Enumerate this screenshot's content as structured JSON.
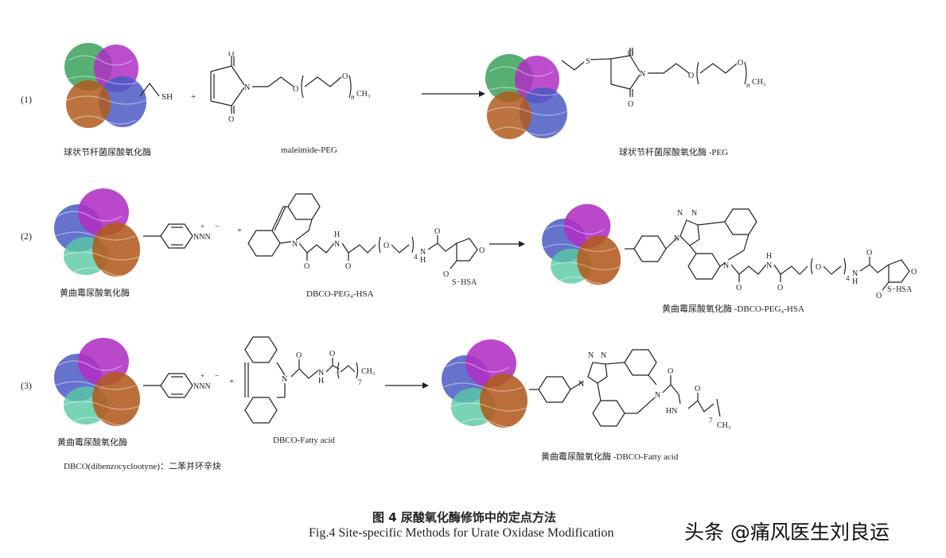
{
  "figure": {
    "caption_cn": "图 4  尿酸氧化酶修饰中的定点方法",
    "caption_en": "Fig.4   Site-specific Methods for Urate Oxidase Modification",
    "watermark": "头条 @痛风医生刘良运"
  },
  "reactions": [
    {
      "number": "(1)",
      "reactant1_label": "球状节杆菌尿酸氧化酶",
      "thiol": "SH",
      "plus": "+",
      "reactant2_label": "maleimide-PEG",
      "product_label": "球状节杆菌尿酸氧化酶 -PEG"
    },
    {
      "number": "(2)",
      "reactant1_label": "黄曲霉尿酸氧化酶",
      "azide": "NNN",
      "plus": "+",
      "reactant2_label": "DBCO-PEG₄-HSA",
      "product_label": "黄曲霉尿酸氧化酶 -DBCO-PEG₄-HSA"
    },
    {
      "number": "(3)",
      "reactant1_label": "黄曲霉尿酸氧化酶",
      "azide": "NNN",
      "plus": "+",
      "reactant2_label": "DBCO-Fatty acid",
      "product_label": "黄曲霉尿酸氧化酶 -DBCO-Fatty acid",
      "footnote": "DBCO(dibenzocyclootyne)：二苯并环辛炔"
    }
  ],
  "atoms": {
    "O": "O",
    "N": "N",
    "S": "S",
    "H": "H",
    "CH3": "CH₃",
    "n": "n",
    "4": "4",
    "7": "7",
    "HSA": "S−HSA"
  },
  "colors": {
    "green": "#3aa15a",
    "magenta": "#b02fc4",
    "blue": "#4a5bc4",
    "brown": "#b25a1e",
    "teal": "#57c9a4"
  }
}
